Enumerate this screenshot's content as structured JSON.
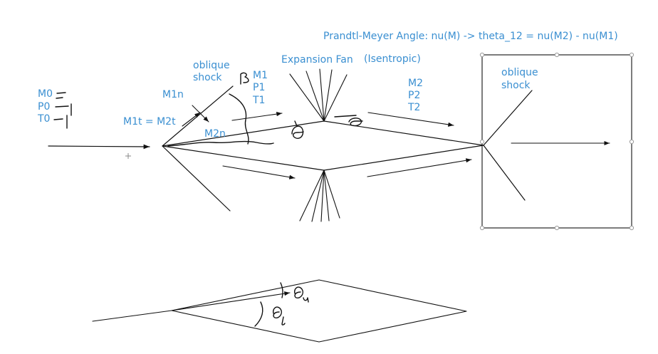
{
  "labels": {
    "prandtl_meyer": "Prandtl-Meyer Angle: nu(M) ->  theta_12 = nu(M2) - nu(M1)",
    "expansion_fan": "Expansion Fan",
    "isentropic": "(Isentropic)",
    "oblique_shock_left": [
      "oblique",
      "shock"
    ],
    "oblique_shock_right": [
      "oblique",
      "shock"
    ],
    "freestream": [
      "M0",
      "P0",
      "T0"
    ],
    "region1": [
      "M1",
      "P1",
      "T1"
    ],
    "region2": [
      "M2",
      "P2",
      "T2"
    ],
    "m1n": "M1n",
    "m1t_m2t": "M1t = M2t",
    "m2n": "M2n"
  },
  "handwriting": {
    "freestream_values": [
      "=",
      "=1",
      "=1"
    ],
    "beta_symbol": "β",
    "theta_symbol": "θ",
    "theta_subscripts": [
      "u",
      "l"
    ]
  },
  "colors": {
    "label_blue": "#3a8fd1",
    "ink": "#111111",
    "selection_handle": "#9a9a9a"
  }
}
